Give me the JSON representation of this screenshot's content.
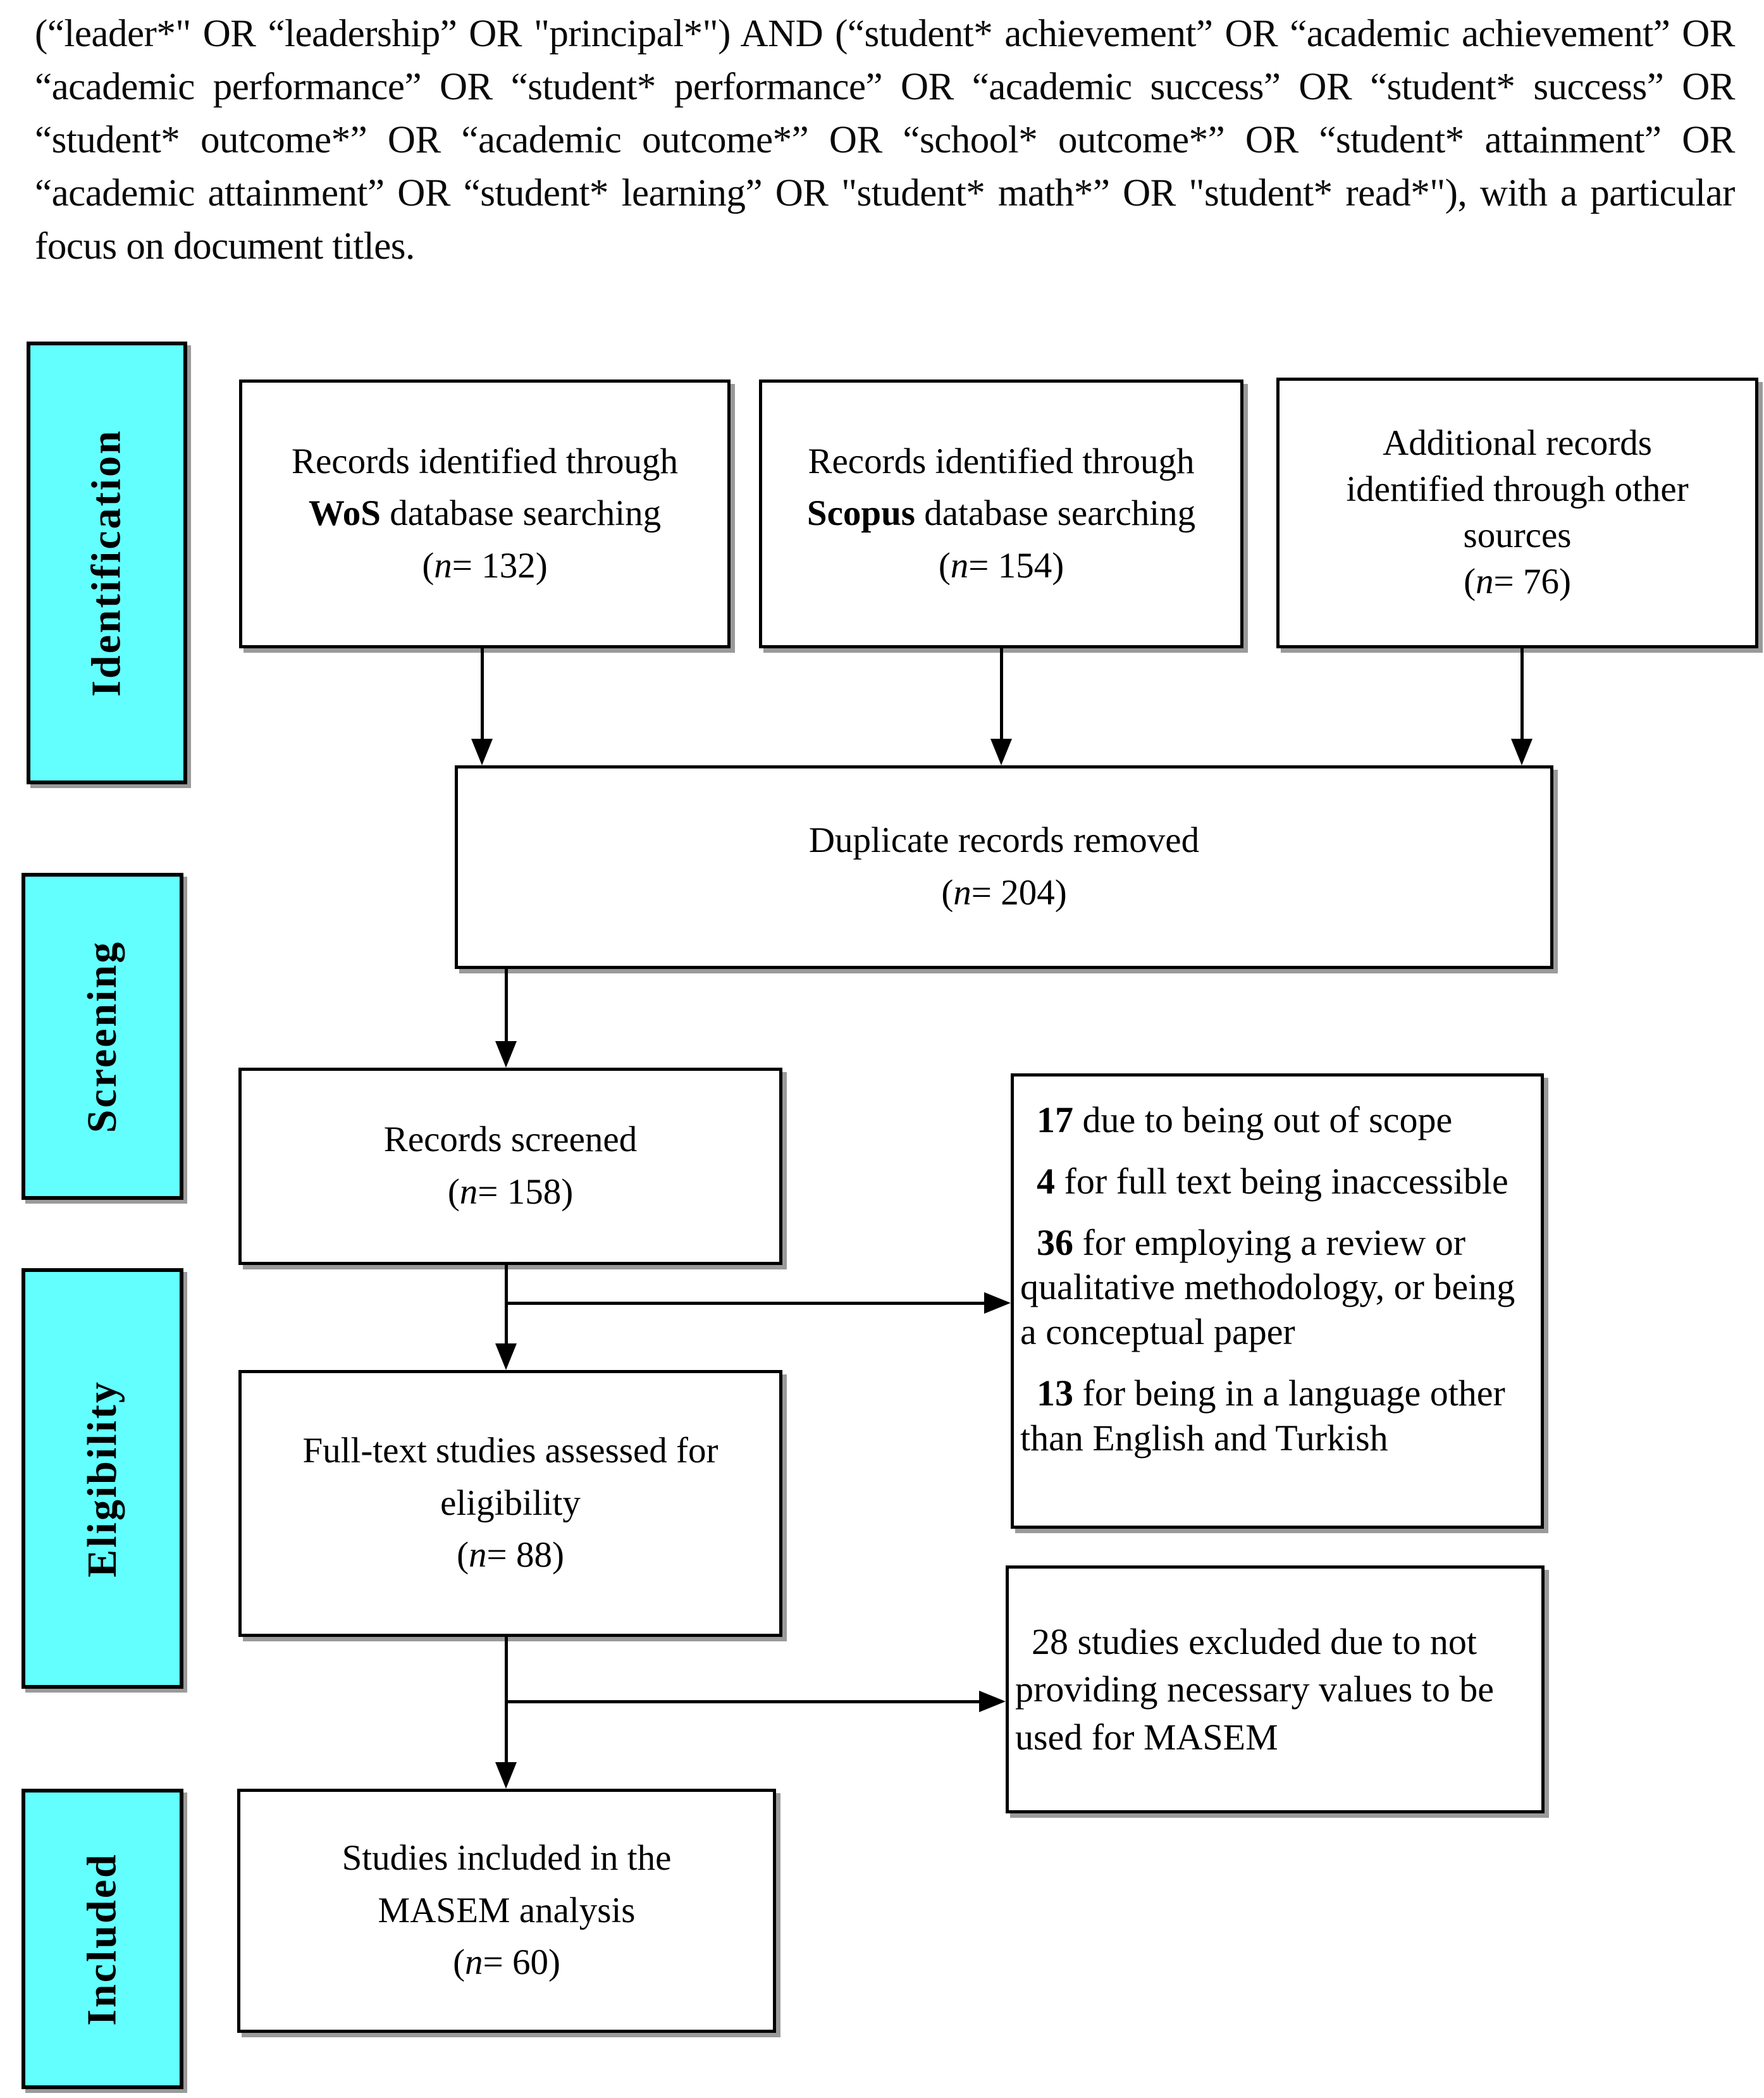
{
  "search_query": {
    "text": "(“leader*\" OR “leadership” OR \"principal*\") AND (“student* achievement” OR “academic achievement” OR “academic performance” OR “student* performance” OR “academic success” OR “student* success” OR “student* outcome*” OR “academic outcome*” OR “school* outcome*” OR “student* attainment” OR “academic attainment” OR “student* learning” OR \"student* math*” OR \"student* read*\"), with a particular focus on document titles."
  },
  "sidebar": {
    "color": "#63ffff",
    "labels": [
      {
        "text": "Identification"
      },
      {
        "text": "Screening"
      },
      {
        "text": "Eligibility"
      },
      {
        "text": "Included"
      }
    ]
  },
  "boxes": {
    "wos": {
      "line1": "Records identified through",
      "db": "WoS",
      "line2_rest": " database searching",
      "n_open": "(",
      "n": "n",
      "n_rest": "= 132)"
    },
    "scopus": {
      "line1": "Records identified through",
      "db": "Scopus",
      "line2_rest": " database searching",
      "n_open": "(",
      "n": "n",
      "n_rest": "= 154)"
    },
    "other": {
      "line1": "Additional records",
      "line2": "identified through other",
      "line3": "sources",
      "n_open": "(",
      "n": "n",
      "n_rest": "= 76)"
    },
    "duplicates": {
      "line1": "Duplicate records removed",
      "n_open": "(",
      "n": "n",
      "n_rest": "= 204)"
    },
    "screened": {
      "line1": "Records screened",
      "n_open": "(",
      "n": "n",
      "n_rest": "= 158)"
    },
    "excluded_screening": {
      "items": [
        {
          "num": "17",
          "rest": " due to being out of scope"
        },
        {
          "num": "4",
          "rest": " for full text being inaccessible"
        },
        {
          "num": "36",
          "rest": " for employing a review or qualitative methodology, or being a conceptual paper"
        },
        {
          "num": "13",
          "rest": " for being in a language other than English and Turkish"
        }
      ]
    },
    "fulltext": {
      "line1": "Full-text studies assessed for",
      "line2": "eligibility",
      "n_open": "(",
      "n": "n",
      "n_rest": "= 88)"
    },
    "excluded_eligibility": {
      "text": "28 studies excluded due to not providing necessary values to be used for MASEM"
    },
    "included": {
      "line1": "Studies included in the",
      "line2": "MASEM analysis",
      "n_open": "(",
      "n": "n",
      "n_rest": "= 60)"
    }
  }
}
